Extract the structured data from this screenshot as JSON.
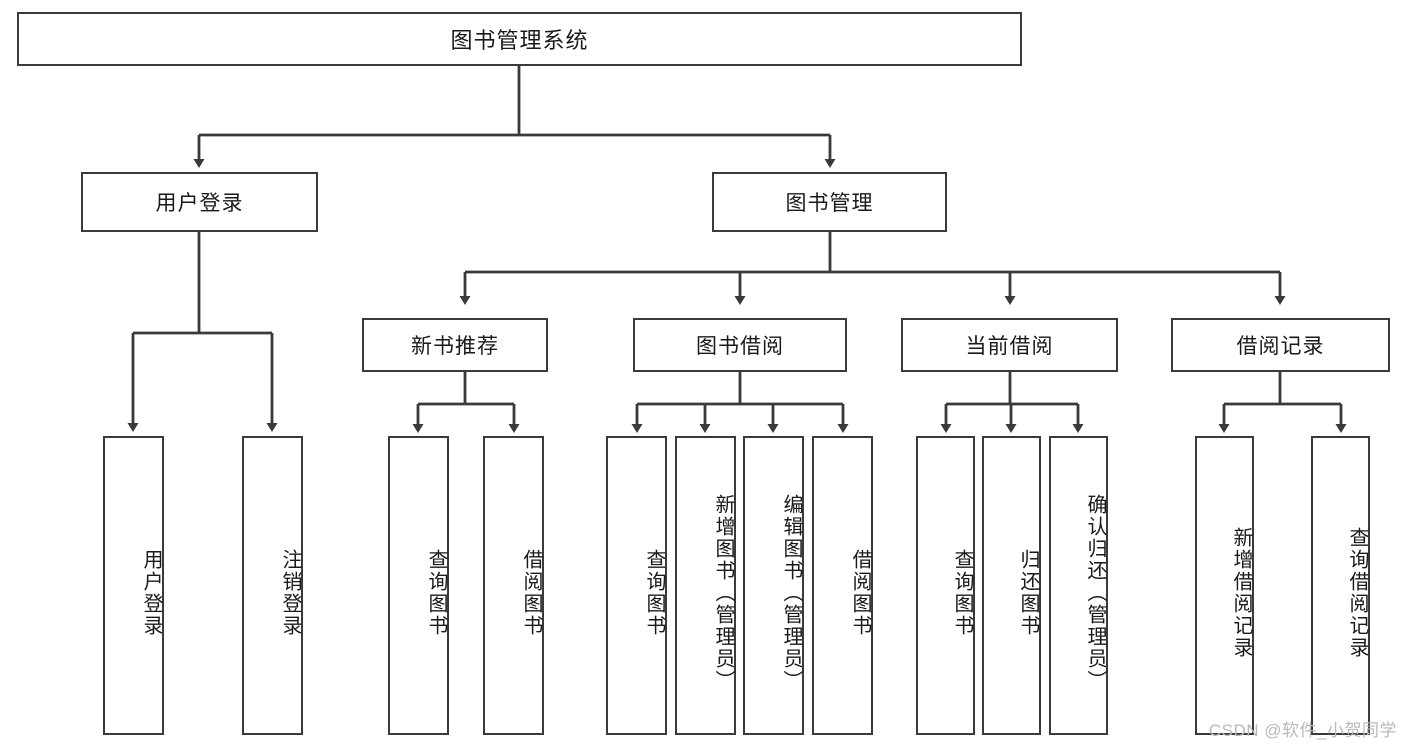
{
  "diagram": {
    "title": "图书管理系统",
    "type": "hierarchy-tree",
    "watermark": "CSDN @软件_小贺同学",
    "colors": {
      "stroke": "#3a3a3a",
      "fill": "#ffffff",
      "text": "#1a1a1a",
      "watermark": "#b9b9b9"
    },
    "root": {
      "label": "图书管理系统"
    },
    "level1": [
      {
        "id": "user-login",
        "label": "用户登录"
      },
      {
        "id": "book-manage",
        "label": "图书管理"
      }
    ],
    "level2": [
      {
        "id": "new-book-recommend",
        "label": "新书推荐",
        "parent": "book-manage"
      },
      {
        "id": "book-borrow",
        "label": "图书借阅",
        "parent": "book-manage"
      },
      {
        "id": "current-borrow",
        "label": "当前借阅",
        "parent": "book-manage"
      },
      {
        "id": "borrow-record",
        "label": "借阅记录",
        "parent": "book-manage"
      }
    ],
    "leaves": {
      "user-login": [
        {
          "id": "leaf-user-login",
          "label": "用户登录"
        },
        {
          "id": "leaf-user-logout",
          "label": "注销登录"
        }
      ],
      "new-book-recommend": [
        {
          "id": "leaf-query-book-1",
          "label": "查询图书"
        },
        {
          "id": "leaf-borrow-book-1",
          "label": "借阅图书"
        }
      ],
      "book-borrow": [
        {
          "id": "leaf-query-book-2",
          "label": "查询图书"
        },
        {
          "id": "leaf-add-book",
          "label": "新增图书（管理员）"
        },
        {
          "id": "leaf-edit-book",
          "label": "编辑图书（管理员）"
        },
        {
          "id": "leaf-borrow-book-2",
          "label": "借阅图书"
        }
      ],
      "current-borrow": [
        {
          "id": "leaf-query-book-3",
          "label": "查询图书"
        },
        {
          "id": "leaf-return-book",
          "label": "归还图书"
        },
        {
          "id": "leaf-confirm-return",
          "label": "确认归还（管理员）"
        }
      ],
      "borrow-record": [
        {
          "id": "leaf-add-record",
          "label": "新增借阅记录"
        },
        {
          "id": "leaf-query-record",
          "label": "查询借阅记录"
        }
      ]
    }
  }
}
